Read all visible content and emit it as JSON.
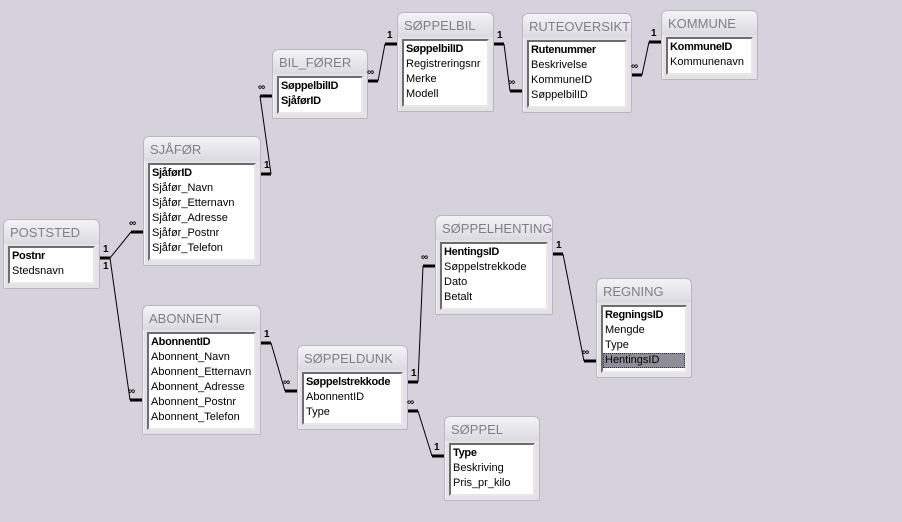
{
  "tables": [
    {
      "id": "soppelbil",
      "title": "SØPPELBIL",
      "fields": [
        {
          "name": "SøppelbilID",
          "pk": true
        },
        {
          "name": "Registreringsnr"
        },
        {
          "name": "Merke"
        },
        {
          "name": "Modell"
        }
      ]
    },
    {
      "id": "ruteoversikt",
      "title": "RUTEOVERSIKT",
      "fields": [
        {
          "name": "Rutenummer",
          "pk": true
        },
        {
          "name": "Beskrivelse"
        },
        {
          "name": "KommuneID"
        },
        {
          "name": "SøppelbilID"
        }
      ]
    },
    {
      "id": "kommune",
      "title": "KOMMUNE",
      "fields": [
        {
          "name": "KommuneID",
          "pk": true
        },
        {
          "name": "Kommunenavn"
        }
      ]
    },
    {
      "id": "bilforer",
      "title": "BIL_FØRER",
      "fields": [
        {
          "name": "SøppelbilID",
          "pk": true
        },
        {
          "name": "SjåførID",
          "pk": true
        }
      ]
    },
    {
      "id": "sjafor",
      "title": "SJÅFØR",
      "fields": [
        {
          "name": "SjåførID",
          "pk": true
        },
        {
          "name": "Sjåfør_Navn"
        },
        {
          "name": "Sjåfør_Etternavn"
        },
        {
          "name": "Sjåfør_Adresse"
        },
        {
          "name": "Sjåfør_Postnr"
        },
        {
          "name": "Sjåfør_Telefon"
        }
      ]
    },
    {
      "id": "poststed",
      "title": "POSTSTED",
      "fields": [
        {
          "name": "Postnr",
          "pk": true
        },
        {
          "name": "Stedsnavn"
        }
      ]
    },
    {
      "id": "abonnent",
      "title": "ABONNENT",
      "fields": [
        {
          "name": "AbonnentID",
          "pk": true
        },
        {
          "name": "Abonnent_Navn"
        },
        {
          "name": "Abonnent_Etternavn"
        },
        {
          "name": "Abonnent_Adresse"
        },
        {
          "name": "Abonnent_Postnr"
        },
        {
          "name": "Abonnent_Telefon"
        }
      ]
    },
    {
      "id": "soppeldunk",
      "title": "SØPPELDUNK",
      "fields": [
        {
          "name": "Søppelstrekkode",
          "pk": true
        },
        {
          "name": "AbonnentID"
        },
        {
          "name": "Type"
        }
      ]
    },
    {
      "id": "soppelhenting",
      "title": "SØPPELHENTING",
      "fields": [
        {
          "name": "HentingsID",
          "pk": true
        },
        {
          "name": "Søppelstrekkode"
        },
        {
          "name": "Dato"
        },
        {
          "name": "Betalt"
        }
      ]
    },
    {
      "id": "regning",
      "title": "REGNING",
      "fields": [
        {
          "name": "RegningsID",
          "pk": true
        },
        {
          "name": "Mengde"
        },
        {
          "name": "Type"
        },
        {
          "name": "HentingsID",
          "selected": true
        }
      ]
    },
    {
      "id": "soppel",
      "title": "SØPPEL",
      "fields": [
        {
          "name": "Type",
          "pk": true
        },
        {
          "name": "Beskriving"
        },
        {
          "name": "Pris_pr_kilo"
        }
      ]
    }
  ],
  "relationships": [
    {
      "from": "bilforer",
      "to": "soppelbil",
      "many": "∞",
      "one": "1"
    },
    {
      "from": "ruteoversikt",
      "to": "soppelbil",
      "many": "∞",
      "one": "1"
    },
    {
      "from": "ruteoversikt",
      "to": "kommune",
      "many": "∞",
      "one": "1"
    },
    {
      "from": "bilforer",
      "to": "sjafor",
      "many": "∞",
      "one": "1"
    },
    {
      "from": "sjafor",
      "to": "poststed",
      "many": "∞",
      "one": "1"
    },
    {
      "from": "abonnent",
      "to": "poststed",
      "many": "∞",
      "one": "1"
    },
    {
      "from": "soppeldunk",
      "to": "abonnent",
      "many": "∞",
      "one": "1"
    },
    {
      "from": "soppelhenting",
      "to": "soppeldunk",
      "many": "∞",
      "one": "1"
    },
    {
      "from": "regning",
      "to": "soppelhenting",
      "many": "∞",
      "one": "1"
    },
    {
      "from": "soppeldunk",
      "to": "soppel",
      "many": "∞",
      "one": "1"
    }
  ]
}
